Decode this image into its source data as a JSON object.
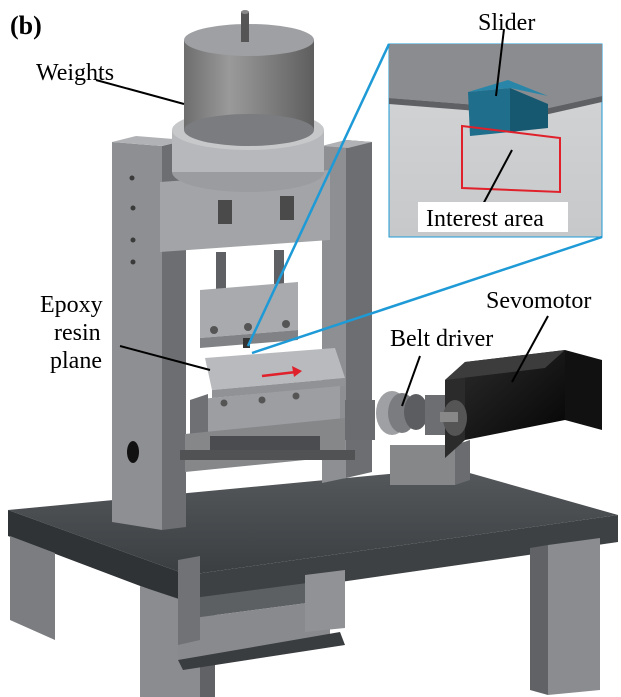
{
  "figure": {
    "panel_label": "(b)",
    "labels": {
      "weights": "Weights",
      "slider": "Slider",
      "interest_area": "Interest area",
      "epoxy_line1": "Epoxy",
      "epoxy_line2": "resin",
      "epoxy_line3": "plane",
      "sevomotor": "Sevomotor",
      "belt_driver": "Belt driver"
    },
    "colors": {
      "callout_line": "#1e9ad6",
      "interest_box": "#e0202a",
      "arrow": "#e0202a",
      "slider": "#1f6e8c"
    }
  }
}
